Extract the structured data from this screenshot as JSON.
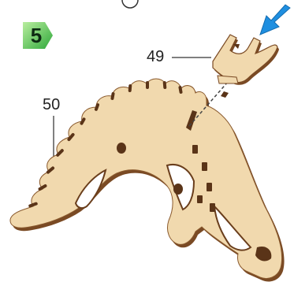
{
  "step": {
    "number": "5"
  },
  "callouts": {
    "part_49": "49",
    "part_50": "50"
  },
  "colors": {
    "step_badge_light": "#a6e38e",
    "step_badge_dark": "#38b23c",
    "arrow": "#1f8fe0",
    "wood": "#f1d9ae",
    "wood_edge": "#7a4a24",
    "wood_shadow": "#c79b62",
    "leader_line": "#555555"
  },
  "icons": {
    "insert_arrow": "arrow-down-left-icon",
    "top_partial": "circled-number-icon"
  }
}
